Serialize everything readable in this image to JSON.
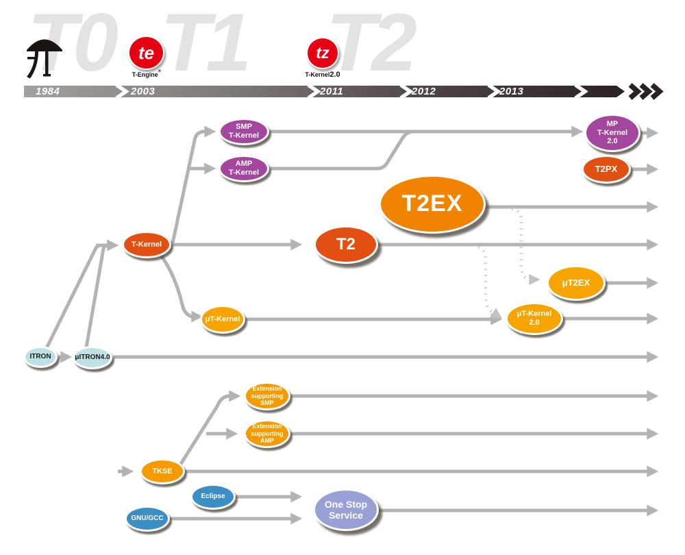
{
  "title": "T-Kernel / TRON real-time OS evolution timeline",
  "watermarks": [
    "T0",
    "T1",
    "T2"
  ],
  "logos": {
    "tron": {
      "name": "TRON symbol"
    },
    "t_engine": {
      "monogram": "te",
      "caption": "T-Engine",
      "reg_mark": "®"
    },
    "t_kernel_20": {
      "monogram": "tz",
      "caption": "T-Kernel",
      "caption_version": "2.0"
    }
  },
  "timeline": {
    "years": [
      "1984",
      "2003",
      "2011",
      "2012",
      "2013"
    ]
  },
  "nodes": {
    "smp_t_kernel": {
      "label": "SMP\nT-Kernel",
      "color": "#A4469D"
    },
    "amp_t_kernel": {
      "label": "AMP\nT-Kernel",
      "color": "#A4469D"
    },
    "mp_t_kernel_20": {
      "label": "MP\nT-Kernel\n2.0",
      "color": "#A4469D"
    },
    "t2px": {
      "label": "T2PX",
      "color": "#E14F11"
    },
    "t2ex": {
      "label": "T2EX",
      "color": "#F08300"
    },
    "t2": {
      "label": "T2",
      "color": "#E14F11"
    },
    "t_kernel": {
      "label": "T-Kernel",
      "color": "#E14F11"
    },
    "mu_t_kernel": {
      "label": "μT-Kernel",
      "color": "#F7A400"
    },
    "mu_t2ex": {
      "label": "μT2EX",
      "color": "#F7A400"
    },
    "mu_t_kernel_20": {
      "label": "μT-Kernel\n2.0",
      "color": "#F7A400"
    },
    "itron": {
      "label": "ITRON",
      "color": "#BFE0E5"
    },
    "mu_itron40": {
      "label": "μITRON4.0",
      "color": "#BFE0E5"
    },
    "ext_smp": {
      "label": "Extension\nsupporting\nSMP",
      "color": "#F59B00"
    },
    "ext_amp": {
      "label": "Extension\nsupporting\nAMP",
      "color": "#F59B00"
    },
    "tkse": {
      "label": "TKSE",
      "color": "#F59B00"
    },
    "eclipse": {
      "label": "Eclipse",
      "color": "#3E8EC6"
    },
    "gnu_gcc": {
      "label": "GNU/GCC",
      "color": "#3E8EC6"
    },
    "one_stop": {
      "label": "One Stop\nService",
      "color": "#98A0D6"
    }
  },
  "edges": [
    {
      "from": "itron",
      "to": "mu_itron40",
      "style": "solid"
    },
    {
      "from": "itron",
      "to": "t_kernel",
      "style": "solid"
    },
    {
      "from": "mu_itron40",
      "to": "t_kernel",
      "style": "solid"
    },
    {
      "from": "t_kernel",
      "to": "smp_t_kernel",
      "style": "solid"
    },
    {
      "from": "t_kernel",
      "to": "amp_t_kernel",
      "style": "solid"
    },
    {
      "from": "t_kernel",
      "to": "t2",
      "style": "solid"
    },
    {
      "from": "t_kernel",
      "to": "mu_t_kernel",
      "style": "solid"
    },
    {
      "from": "smp_t_kernel",
      "to": "mp_t_kernel_20",
      "style": "solid"
    },
    {
      "from": "amp_t_kernel",
      "to": "mp_t_kernel_20",
      "style": "solid"
    },
    {
      "from": "t2ex",
      "to": "mu_t2ex",
      "style": "dotted"
    },
    {
      "from": "t2",
      "to": "mu_t_kernel_20",
      "style": "dotted"
    },
    {
      "from": "mu_t_kernel",
      "to": "mu_t_kernel_20",
      "style": "solid"
    },
    {
      "from": "tkse",
      "to": "ext_smp",
      "style": "solid"
    },
    {
      "from": "tkse",
      "to": "ext_amp",
      "style": "solid"
    },
    {
      "from": "eclipse",
      "to": "one_stop",
      "style": "solid"
    },
    {
      "from": "gnu_gcc",
      "to": "one_stop",
      "style": "solid"
    }
  ],
  "colors": {
    "node_purple": "#A4469D",
    "node_red_orange": "#E14F11",
    "node_orange": "#F08300",
    "node_amber": "#F7A400",
    "node_tangerine": "#F59B00",
    "node_blue": "#3E8EC6",
    "node_lavender": "#98A0D6",
    "node_pale_blue": "#BFE0E5",
    "line_gray": "#B3B3B3",
    "dotted_gray": "#C6C6C6",
    "logo_red": "#E60012",
    "timeline_dark": "#2A2123",
    "watermark_gray": "#E3E3E3"
  }
}
